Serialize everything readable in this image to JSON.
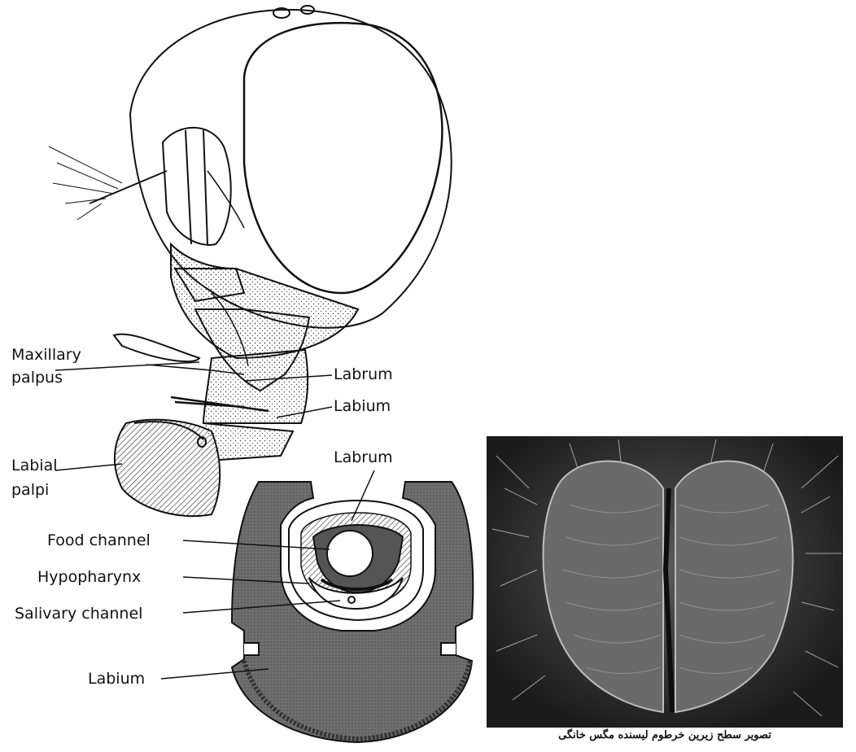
{
  "head_labels": {
    "maxillary_palpus": [
      "Maxillary",
      "palpus"
    ],
    "labrum": "Labrum",
    "labium": "Labium",
    "labial_palpi": [
      "Labial",
      "palpi"
    ]
  },
  "section_labels": {
    "labrum": "Labrum",
    "food_channel": "Food channel",
    "hypopharynx": "Hypopharynx",
    "salivary_channel": "Salivary channel",
    "labium": "Labium"
  },
  "photo_caption": "تصویر سطح زیرین خرطوم لیسنده مگس خانگی"
}
